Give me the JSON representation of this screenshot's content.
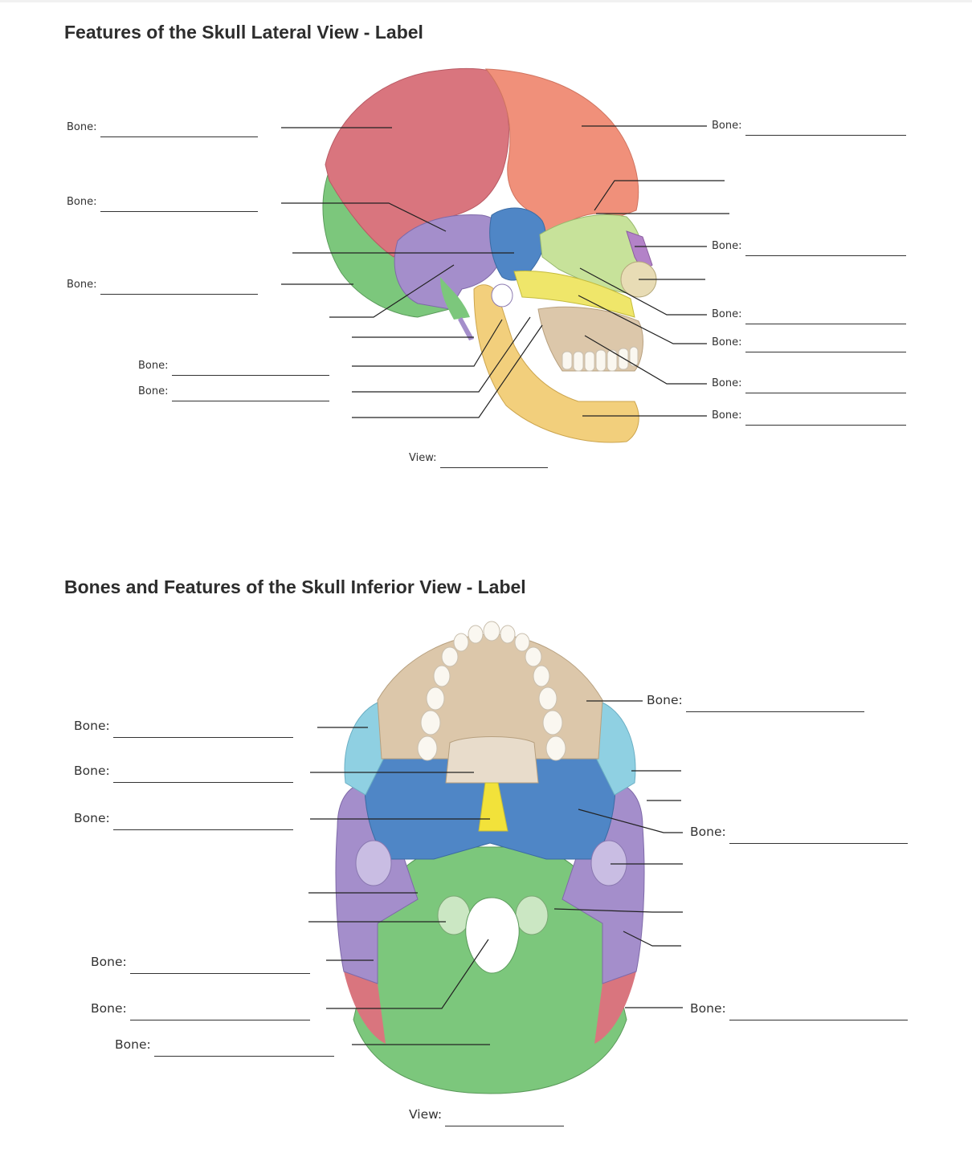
{
  "worksheet": {
    "lateral": {
      "title": "Features of the Skull Lateral View - Label",
      "left_labels": [
        "Bone:",
        "Bone:",
        "Bone:",
        "Bone:",
        "Bone:"
      ],
      "right_labels": [
        "Bone:",
        "Bone:",
        "Bone:",
        "Bone:",
        "Bone:",
        "Bone:"
      ],
      "view_label": "View:"
    },
    "inferior": {
      "title": "Bones and Features of the Skull Inferior View - Label",
      "left_labels": [
        "Bone:",
        "Bone:",
        "Bone:",
        "Bone:",
        "Bone:",
        "Bone:"
      ],
      "right_labels": [
        "Bone:",
        "Bone:",
        "Bone:"
      ],
      "view_label": "View:"
    }
  },
  "bone_colors": {
    "parietal": "#d9757e",
    "frontal": "#f0907a",
    "temporal": "#a48ecb",
    "sphenoid": "#4f86c6",
    "occipital": "#7cc77c",
    "zygomatic": "#a8dcc4",
    "maxilla": "#dcc7aa",
    "mandible": "#f2cf7c",
    "palatine": "#d9c8b0",
    "vomer": "#f2e23a"
  },
  "icons": {
    "lateral_figure": "skull-lateral-illustration",
    "inferior_figure": "skull-inferior-illustration"
  }
}
